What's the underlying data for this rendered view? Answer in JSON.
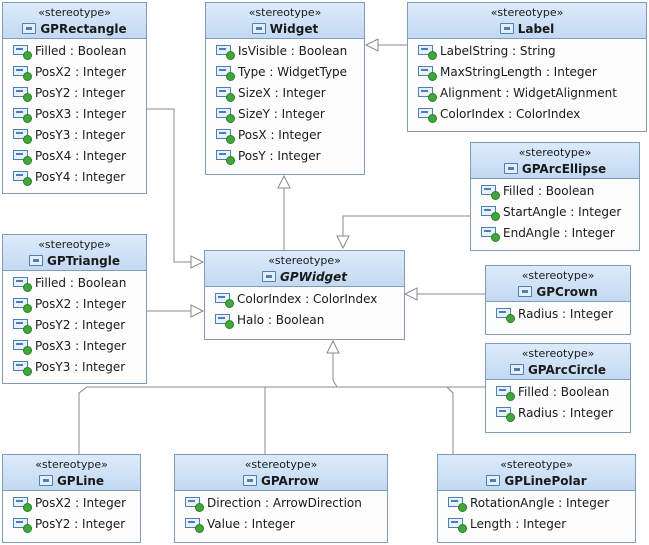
{
  "classes": {
    "gprectangle": {
      "stereotype": "«stereotype»",
      "name": "GPRectangle",
      "attributes": [
        "Filled : Boolean",
        "PosX2 : Integer",
        "PosY2 : Integer",
        "PosX3 : Integer",
        "PosY3 : Integer",
        "PosX4 : Integer",
        "PosY4 : Integer"
      ]
    },
    "widget": {
      "stereotype": "«stereotype»",
      "name": "Widget",
      "attributes": [
        "IsVisible : Boolean",
        "Type : WidgetType",
        "SizeX : Integer",
        "SizeY : Integer",
        "PosX : Integer",
        "PosY : Integer"
      ]
    },
    "label": {
      "stereotype": "«stereotype»",
      "name": "Label",
      "attributes": [
        "LabelString : String",
        "MaxStringLength : Integer",
        "Alignment : WidgetAlignment",
        "ColorIndex : ColorIndex"
      ]
    },
    "gparcellipse": {
      "stereotype": "«stereotype»",
      "name": "GPArcEllipse",
      "attributes": [
        "Filled : Boolean",
        "StartAngle : Integer",
        "EndAngle : Integer"
      ]
    },
    "gptriangle": {
      "stereotype": "«stereotype»",
      "name": "GPTriangle",
      "attributes": [
        "Filled : Boolean",
        "PosX2 : Integer",
        "PosY2 : Integer",
        "PosX3 : Integer",
        "PosY3 : Integer"
      ]
    },
    "gpwidget": {
      "stereotype": "«stereotype»",
      "name": "GPWidget",
      "attributes": [
        "ColorIndex : ColorIndex",
        "Halo : Boolean"
      ]
    },
    "gpcrown": {
      "stereotype": "«stereotype»",
      "name": "GPCrown",
      "attributes": [
        "Radius : Integer"
      ]
    },
    "gparccircle": {
      "stereotype": "«stereotype»",
      "name": "GPArcCircle",
      "attributes": [
        "Filled : Boolean",
        "Radius : Integer"
      ]
    },
    "gpline": {
      "stereotype": "«stereotype»",
      "name": "GPLine",
      "attributes": [
        "PosX2 : Integer",
        "PosY2 : Integer"
      ]
    },
    "gparrow": {
      "stereotype": "«stereotype»",
      "name": "GPArrow",
      "attributes": [
        "Direction : ArrowDirection",
        "Value : Integer"
      ]
    },
    "gplinepolar": {
      "stereotype": "«stereotype»",
      "name": "GPLinePolar",
      "attributes": [
        "RotationAngle : Integer",
        "Length : Integer"
      ]
    }
  },
  "colors": {
    "line": "#8a8a8a",
    "header_top": "#dcebfb",
    "header_bottom": "#c3d9f2",
    "border": "#7f9db9",
    "attr_dot": "#3fa83a"
  }
}
